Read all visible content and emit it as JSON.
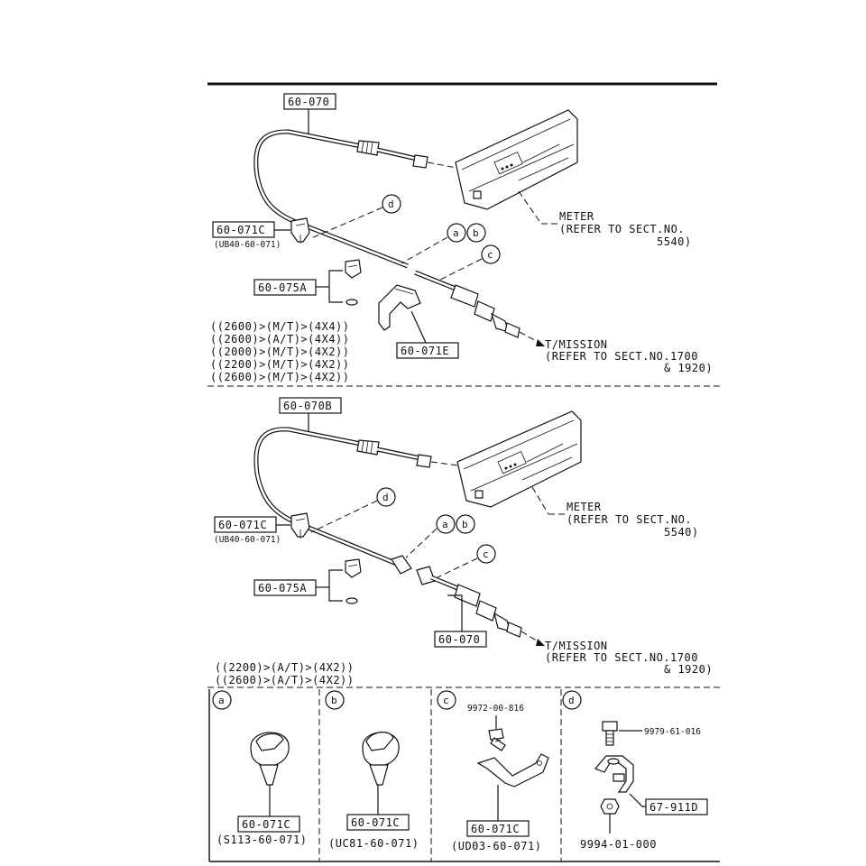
{
  "section_a": {
    "cable_label": "60-070",
    "clip_label": "60-071C",
    "clip_sub": "(UB40-60-071)",
    "grommet_label": "60-075A",
    "bracket_label": "60-071E",
    "meter_lines": [
      "METER",
      "(REFER TO SECT.NO.",
      "5540)"
    ],
    "trans_lines": [
      "T/MISSION",
      "(REFER TO SECT.NO.1700",
      "& 1920)"
    ],
    "applicability": [
      "((2600)>(M/T)>(4X4))",
      "((2600)>(A/T)>(4X4))",
      "((2000)>(M/T)>(4X2))",
      "((2200)>(M/T)>(4X2))",
      "((2600)>(M/T)>(4X2))"
    ],
    "callouts": [
      "d",
      "a",
      "b",
      "c"
    ]
  },
  "section_b": {
    "cable_label": "60-070B",
    "clip_label": "60-071C",
    "clip_sub": "(UB40-60-071)",
    "grommet_label": "60-075A",
    "lower_cable_label": "60-070",
    "meter_lines": [
      "METER",
      "(REFER TO SECT.NO.",
      "5540)"
    ],
    "trans_lines": [
      "T/MISSION",
      "(REFER TO SECT.NO.1700",
      "& 1920)"
    ],
    "applicability": [
      "((2200)>(A/T)>(4X2))",
      "((2600)>(A/T)>(4X2))"
    ],
    "callouts": [
      "d",
      "a",
      "b",
      "c"
    ]
  },
  "details": [
    {
      "letter": "a",
      "label": "60-071C",
      "sub": "(S113-60-071)"
    },
    {
      "letter": "b",
      "label": "60-071C",
      "sub": "(UC81-60-071)"
    },
    {
      "letter": "c",
      "label": "60-071C",
      "sub": "(UD03-60-071)",
      "bolt": "9972-00-816"
    },
    {
      "letter": "d",
      "label": "67-911D",
      "bolt": "9979-61-016",
      "nut": "9994-01-000"
    }
  ]
}
